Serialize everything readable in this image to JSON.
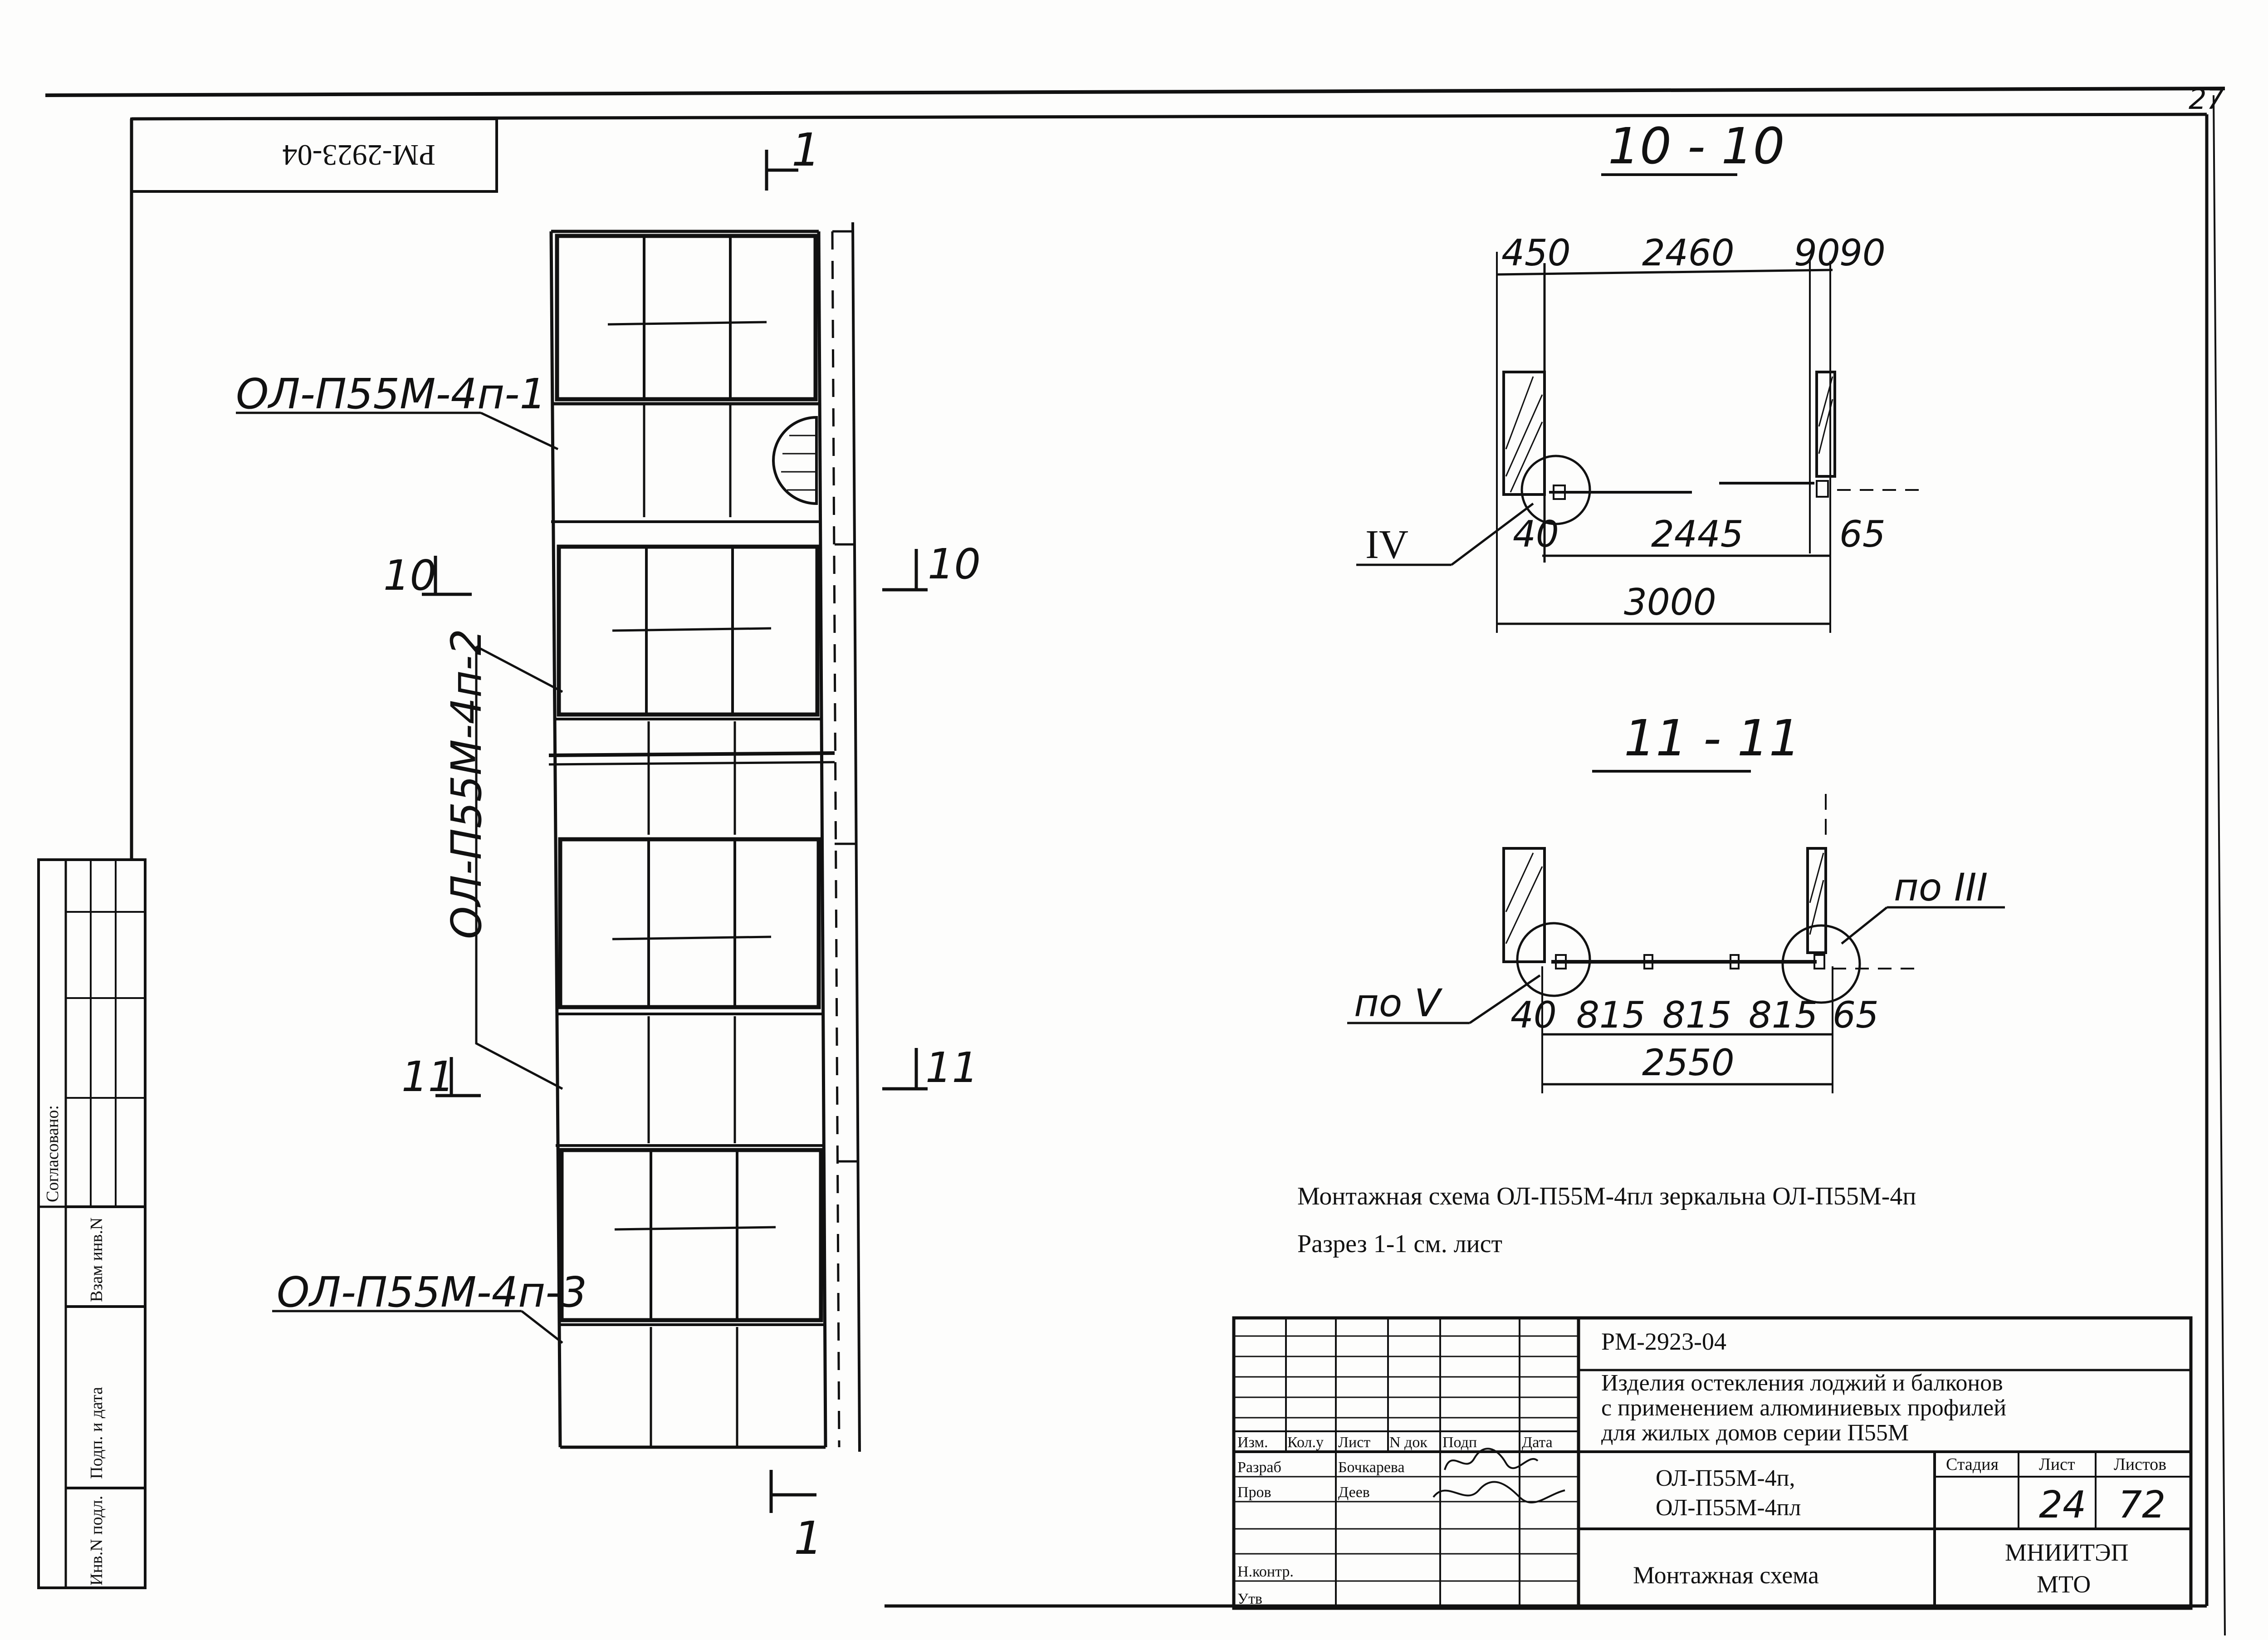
{
  "drawing_code_rotated": "РМ-2923-04",
  "sheet_corner_number": "27",
  "section_cut_label": "1",
  "section_10_title": "10 - 10",
  "section_11_title": "11 - 11",
  "section_10_marker": "10",
  "section_11_marker": "11",
  "panel_labels": [
    "ОЛ-П55М-4п-1",
    "ОЛ-П55М-4п-2",
    "ОЛ-П55М-4п-3"
  ],
  "section_10": {
    "dims_top": [
      "450",
      "2460",
      "90",
      "90"
    ],
    "dims_bottom": [
      "40",
      "2445",
      "65"
    ],
    "overall": "3000",
    "detail_ref": "IV"
  },
  "section_11": {
    "dims": [
      "40",
      "815",
      "815",
      "815",
      "65"
    ],
    "overall": "2550",
    "detail_ref_left": "по V",
    "detail_ref_right": "по III"
  },
  "notes": [
    "Монтажная схема ОЛ-П55М-4пл  зеркальна  ОЛ-П55М-4п",
    "Разрез  1-1  см. лист"
  ],
  "side_stamp": {
    "agreed": "Согласовано:",
    "replace_inv": "Взам инв.N",
    "sign_date": "Подп. и дата",
    "inv_orig": "Инв.N подл."
  },
  "title_block": {
    "code": "РМ-2923-04",
    "title_lines": [
      "Изделия остекления лоджий и балконов",
      "с применением алюминиевых профилей",
      "для жилых домов серии П55М"
    ],
    "columns": [
      "Изм.",
      "Кол.у",
      "Лист",
      "N док",
      "Подп",
      "Дата"
    ],
    "roles": [
      {
        "role": "Разраб",
        "name": "Бочкарева"
      },
      {
        "role": "Пров",
        "name": "Деев"
      },
      {
        "role": "Н.контр.",
        "name": ""
      },
      {
        "role": "Утв",
        "name": ""
      }
    ],
    "product_lines": [
      "ОЛ-П55М-4п,",
      "ОЛ-П55М-4пл"
    ],
    "stage_label": "Стадия",
    "sheet_label": "Лист",
    "sheets_label": "Листов",
    "sheet_number": "24",
    "sheets_total": "72",
    "doc_name": "Монтажная схема",
    "org_lines": [
      "МНИИТЭП",
      "МТО"
    ]
  }
}
